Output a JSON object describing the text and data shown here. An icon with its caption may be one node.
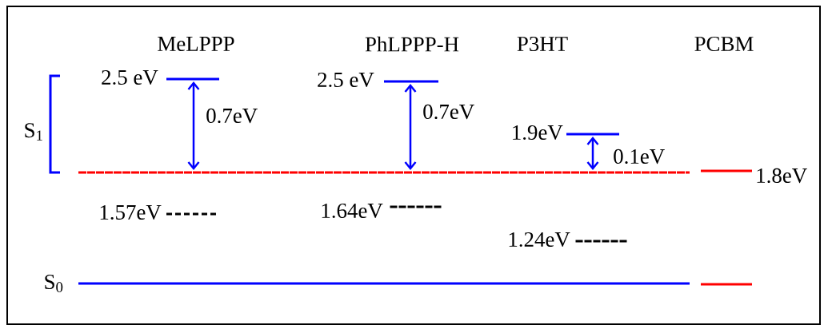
{
  "diagram": {
    "nodes": [
      {
        "text": [],
        "shape": "bar",
        "beside": [
          "2.5 eV"
        ]
      },
      {
        "text": [],
        "shape": "bar",
        "beside": [
          "2.5 eV"
        ]
      },
      {
        "text": [],
        "shape": "bar",
        "beside": [
          "1.9eV"
        ]
      },
      {
        "text": [],
        "shape": "bar"
      },
      {
        "text": [],
        "shape": "bar",
        "beside": [
          "1.8eV"
        ]
      },
      {
        "text": [],
        "shape": "bar",
        "beside": [
          "1.57eV"
        ]
      },
      {
        "text": [],
        "shape": "bar",
        "beside": [
          "1.64eV"
        ]
      },
      {
        "text": [],
        "shape": "bar",
        "beside": [
          "1.24eV"
        ]
      },
      {
        "text": [],
        "shape": "bar"
      },
      {
        "text": [],
        "shape": "bar"
      }
    ],
    "edges": [
      {
        "from": 0,
        "to": 3,
        "arrow": "both",
        "label": "0.7eV"
      },
      {
        "from": 1,
        "to": 3,
        "arrow": "both",
        "label": "0.7eV"
      },
      {
        "from": 2,
        "to": 3,
        "arrow": "both",
        "label": "0.1eV"
      }
    ],
    "labels": [
      "MeLPPP",
      "PhLPPP-H",
      "P3HT",
      "PCBM",
      "S$_{1}$",
      "S$_{0}$"
    ]
  }
}
